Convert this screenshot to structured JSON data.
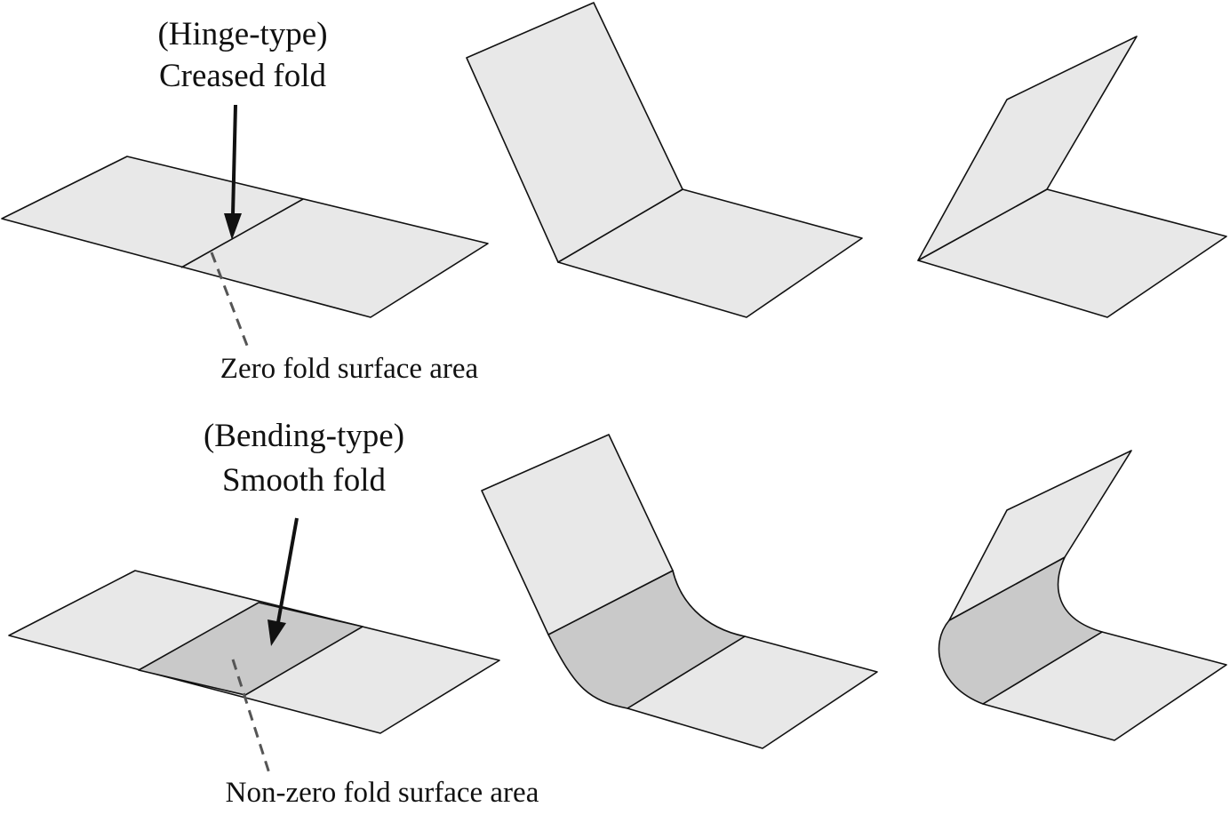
{
  "hinge": {
    "title_line1": "(Hinge-type)",
    "title_line2": "Creased fold",
    "annotation": "Zero fold surface area"
  },
  "smooth": {
    "title_line1": "(Bending-type)",
    "title_line2": "Smooth fold",
    "annotation": "Non-zero fold surface area"
  },
  "colors": {
    "panel_face": "#e8e8e8",
    "fold_region": "#c9c9c9",
    "outline": "#111111",
    "dashed_leader": "#555555"
  }
}
